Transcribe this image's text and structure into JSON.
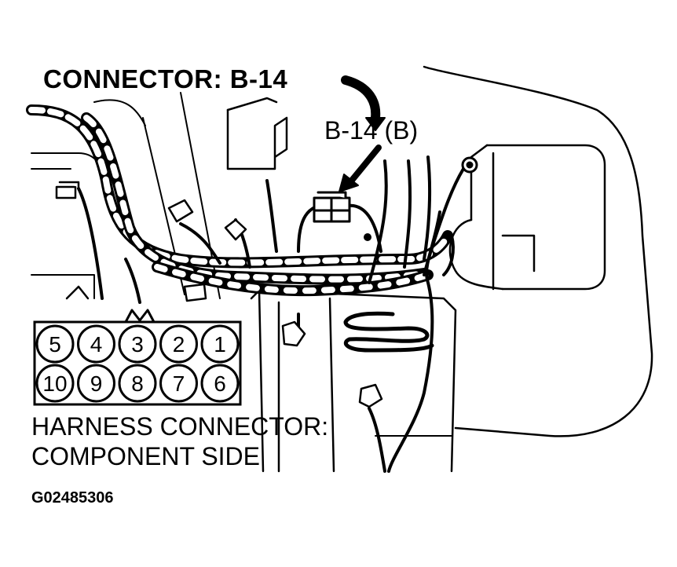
{
  "diagram": {
    "title": "CONNECTOR: B-14",
    "callout_label": "B-14 (B)",
    "harness_label_line1": "HARNESS CONNECTOR:",
    "harness_label_line2": "COMPONENT SIDE",
    "figure_id": "G02485306",
    "connector_pins": {
      "top_row": [
        "5",
        "4",
        "3",
        "2",
        "1"
      ],
      "bottom_row": [
        "10",
        "9",
        "8",
        "7",
        "6"
      ]
    }
  },
  "colors": {
    "line": "#000000",
    "background": "#ffffff"
  }
}
